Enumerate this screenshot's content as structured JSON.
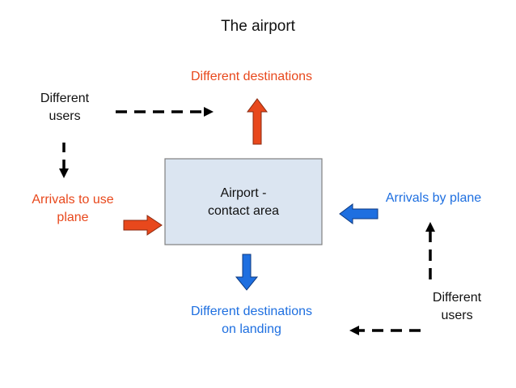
{
  "title": "The airport",
  "center_box": {
    "lines": [
      "Airport -",
      "contact area"
    ]
  },
  "top_destinations": {
    "lines": [
      "Different destinations"
    ]
  },
  "landing_destinations": {
    "lines": [
      "Different destinations",
      "on landing"
    ]
  },
  "arrivals_to_use": {
    "lines": [
      "Arrivals to use",
      "plane"
    ]
  },
  "arrivals_by_plane": {
    "lines": [
      "Arrivals by plane"
    ]
  },
  "users_left": {
    "lines": [
      "Different",
      "users"
    ]
  },
  "users_right": {
    "lines": [
      "Different",
      "users"
    ]
  },
  "colors": {
    "departure": "#e8481c",
    "arrival": "#1e6fe0",
    "box_fill": "#dbe5f1",
    "box_stroke": "#808080",
    "text": "#111111",
    "dashed": "#000000"
  }
}
